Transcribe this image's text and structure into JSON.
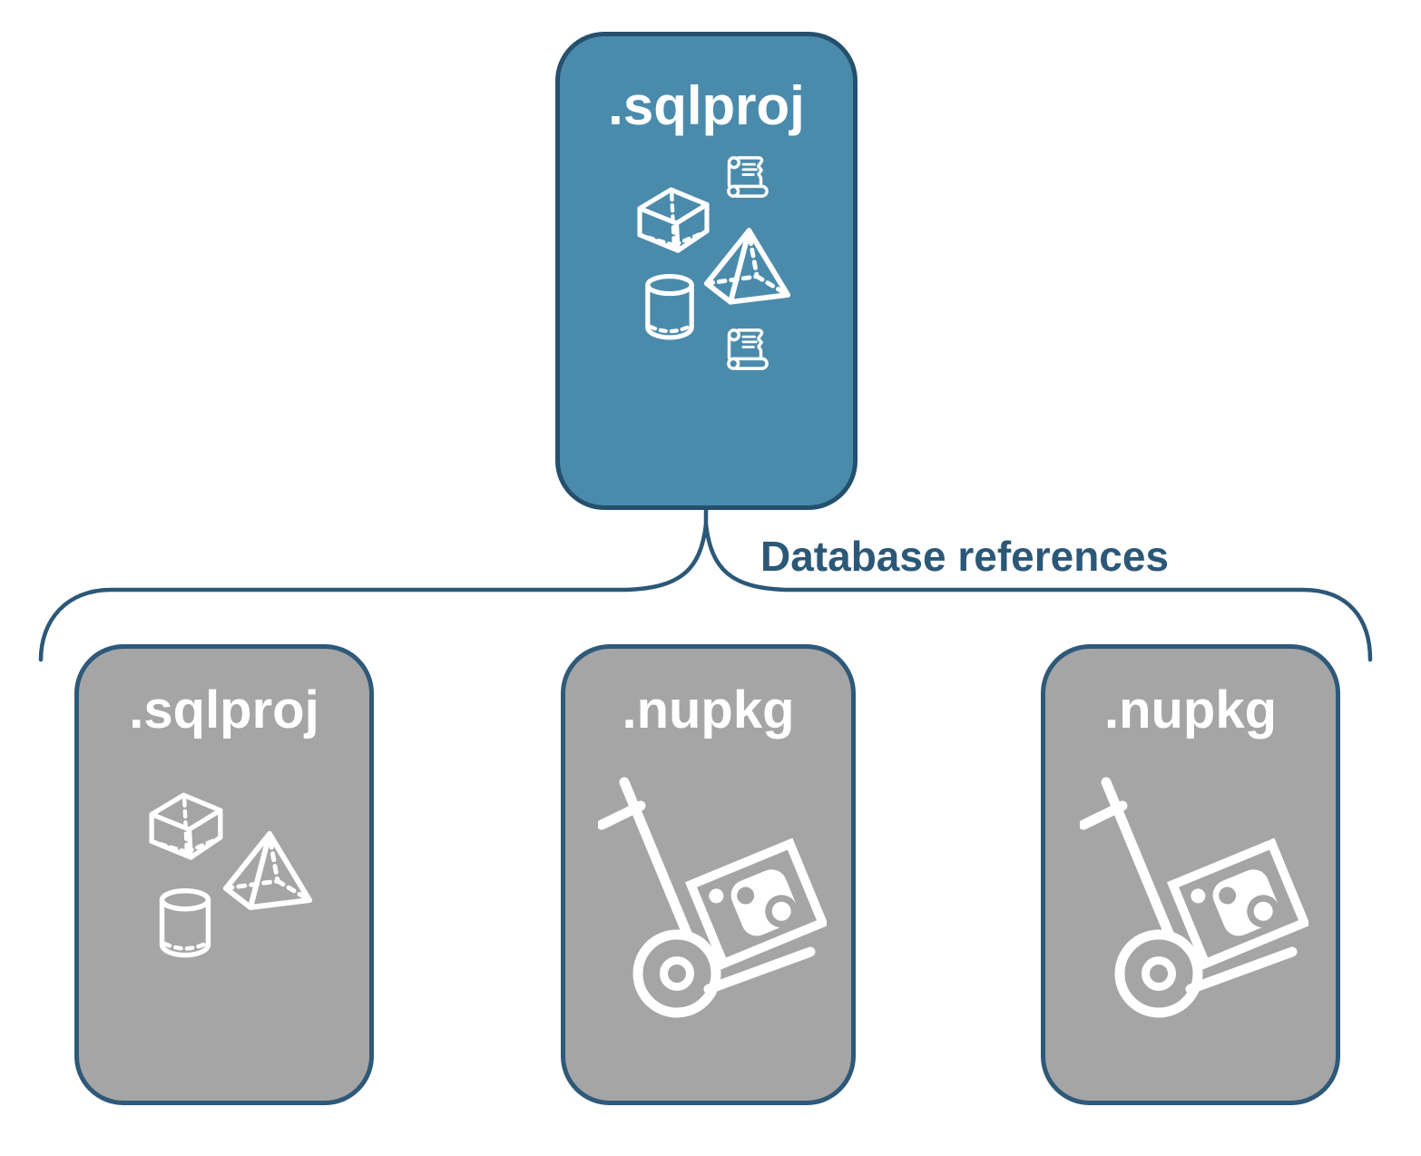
{
  "colors": {
    "accent_blue": "#4A8BAC",
    "border_navy_dark": "#24506E",
    "border_navy": "#2E5979",
    "box_gray": "#A5A5A5",
    "connector_navy": "#2B5878",
    "label_navy": "#2C5878",
    "icon_white": "#FFFFFF"
  },
  "connector": {
    "label": "Database references"
  },
  "boxes": {
    "parent": {
      "label": ".sqlproj",
      "variant": "blue",
      "icons": [
        "scroll-icon",
        "cube-icon",
        "pyramid-icon",
        "cylinder-icon",
        "scroll-icon"
      ]
    },
    "children": [
      {
        "label": ".sqlproj",
        "variant": "gray",
        "icons": [
          "cube-icon",
          "pyramid-icon",
          "cylinder-icon"
        ]
      },
      {
        "label": ".nupkg",
        "variant": "gray",
        "icons": [
          "package-dolly-icon"
        ]
      },
      {
        "label": ".nupkg",
        "variant": "gray",
        "icons": [
          "package-dolly-icon"
        ]
      }
    ]
  }
}
